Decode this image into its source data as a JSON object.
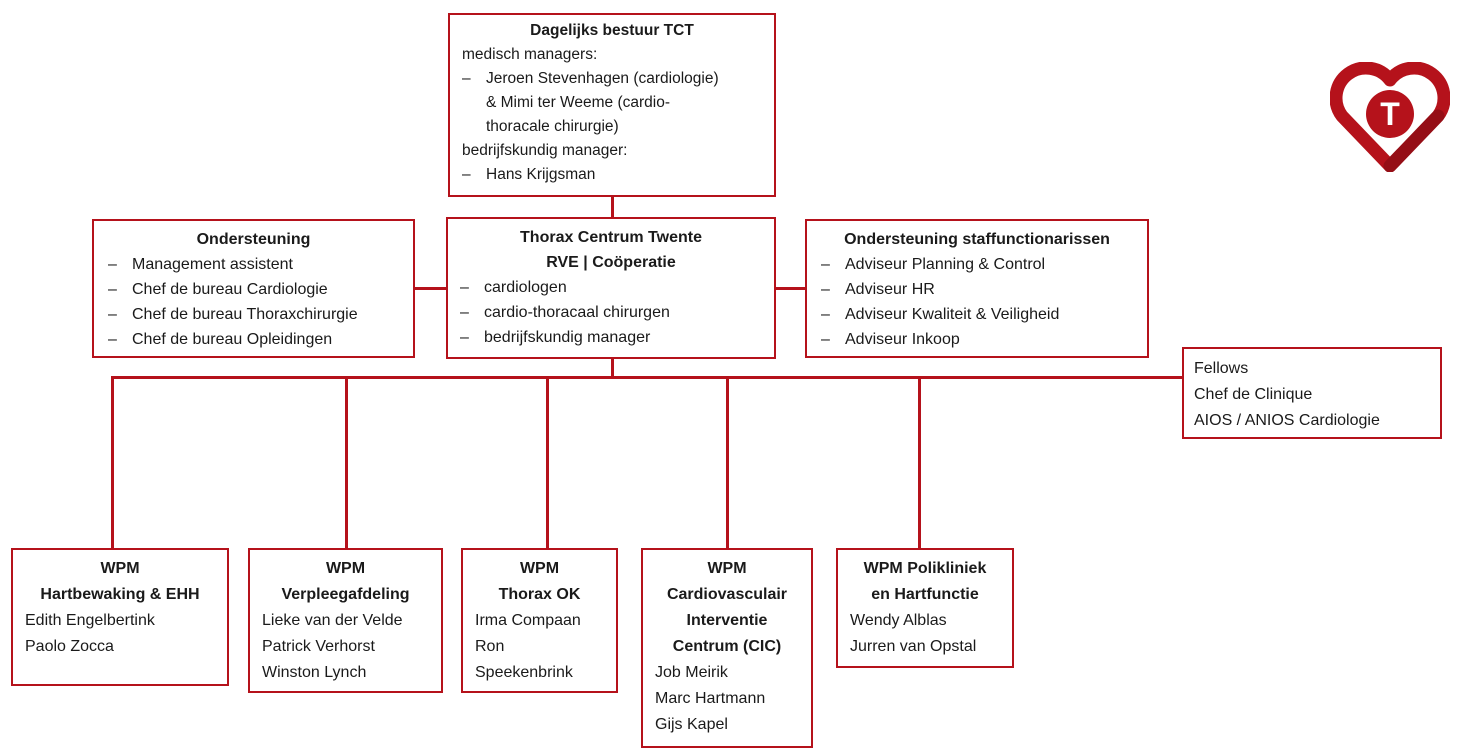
{
  "top": {
    "title": "Dagelijks bestuur TCT",
    "line1": "medisch managers:",
    "bullet1a": "Jeroen Stevenhagen (cardiologie)",
    "bullet1b": "& Mimi ter Weeme (cardio-",
    "bullet1c": "thoracale chirurgie)",
    "line2": "bedrijfskundig manager:",
    "bullet2": "Hans Krijgsman"
  },
  "left_support": {
    "title": "Ondersteuning",
    "items": [
      "Management assistent",
      "Chef de bureau Cardiologie",
      "Chef de bureau Thoraxchirurgie",
      "Chef de bureau Opleidingen"
    ]
  },
  "center": {
    "title1": "Thorax Centrum Twente",
    "title2": "RVE | Coöperatie",
    "items": [
      "cardiologen",
      "cardio-thoracaal chirurgen",
      "bedrijfskundig manager"
    ]
  },
  "right_support": {
    "title": "Ondersteuning staffunctionarissen",
    "items": [
      "Adviseur Planning & Control",
      "Adviseur HR",
      "Adviseur Kwaliteit & Veiligheid",
      "Adviseur Inkoop"
    ]
  },
  "fellows": {
    "lines": [
      "Fellows",
      "Chef de Clinique",
      "AIOS / ANIOS Cardiologie"
    ]
  },
  "wpm": [
    {
      "title1": "WPM",
      "title2": "Hartbewaking & EHH",
      "names": [
        "Edith Engelbertink",
        "Paolo Zocca"
      ]
    },
    {
      "title1": "WPM",
      "title2": "Verpleegafdeling",
      "names": [
        "Lieke van der Velde",
        "Patrick Verhorst",
        "Winston Lynch"
      ]
    },
    {
      "title1": "WPM",
      "title2": "Thorax OK",
      "names": [
        "Irma Compaan",
        "Ron",
        "Speekenbrink"
      ]
    },
    {
      "title1": "WPM",
      "title2": "Cardiovasculair",
      "title3": "Interventie",
      "title4": "Centrum (CIC)",
      "names": [
        "Job Meirik",
        "Marc Hartmann",
        "Gijs Kapel"
      ]
    },
    {
      "title1": "WPM Polikliniek",
      "title2": "en Hartfunctie",
      "names": [
        "Wendy Alblas",
        "Jurren van Opstal"
      ]
    }
  ],
  "logo": {
    "letter": "T",
    "color": "#b5121b"
  },
  "dash": "–"
}
